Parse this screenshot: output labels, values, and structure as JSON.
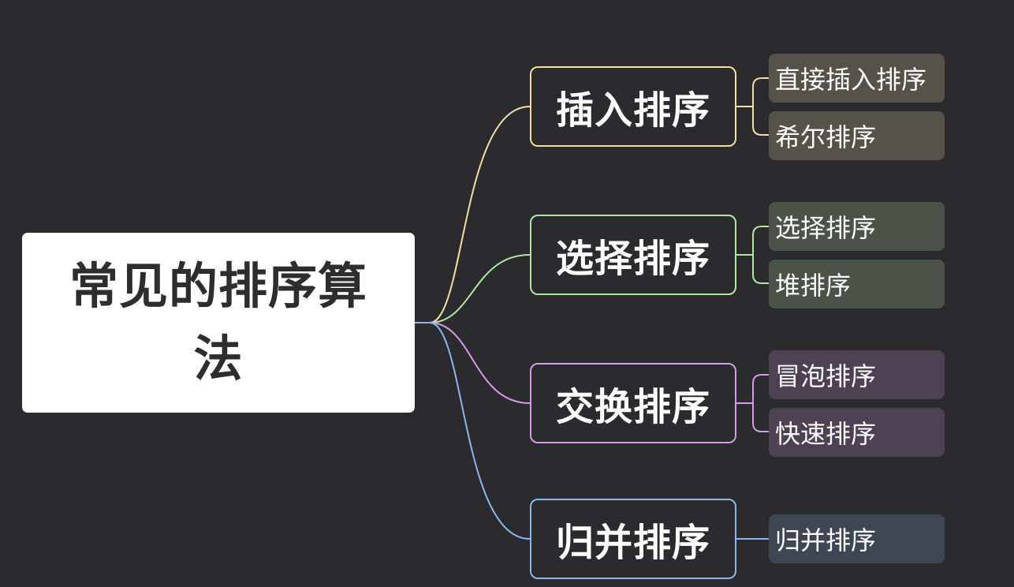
{
  "mindmap": {
    "root": {
      "label": "常见的排序算法"
    },
    "branches": [
      {
        "label": "插入排序",
        "color": "#f0dfa0",
        "leaf_bg": "#56524a",
        "leaves": [
          "直接插入排序",
          "希尔排序"
        ]
      },
      {
        "label": "选择排序",
        "color": "#b2e6a4",
        "leaf_bg": "#4b5348",
        "leaves": [
          "选择排序",
          "堆排序"
        ]
      },
      {
        "label": "交换排序",
        "color": "#d89ae8",
        "leaf_bg": "#4e4154",
        "leaves": [
          "冒泡排序",
          "快速排序"
        ]
      },
      {
        "label": "归并排序",
        "color": "#8ab8ea",
        "leaf_bg": "#3e4654",
        "leaves": [
          "归并排序"
        ]
      }
    ]
  }
}
